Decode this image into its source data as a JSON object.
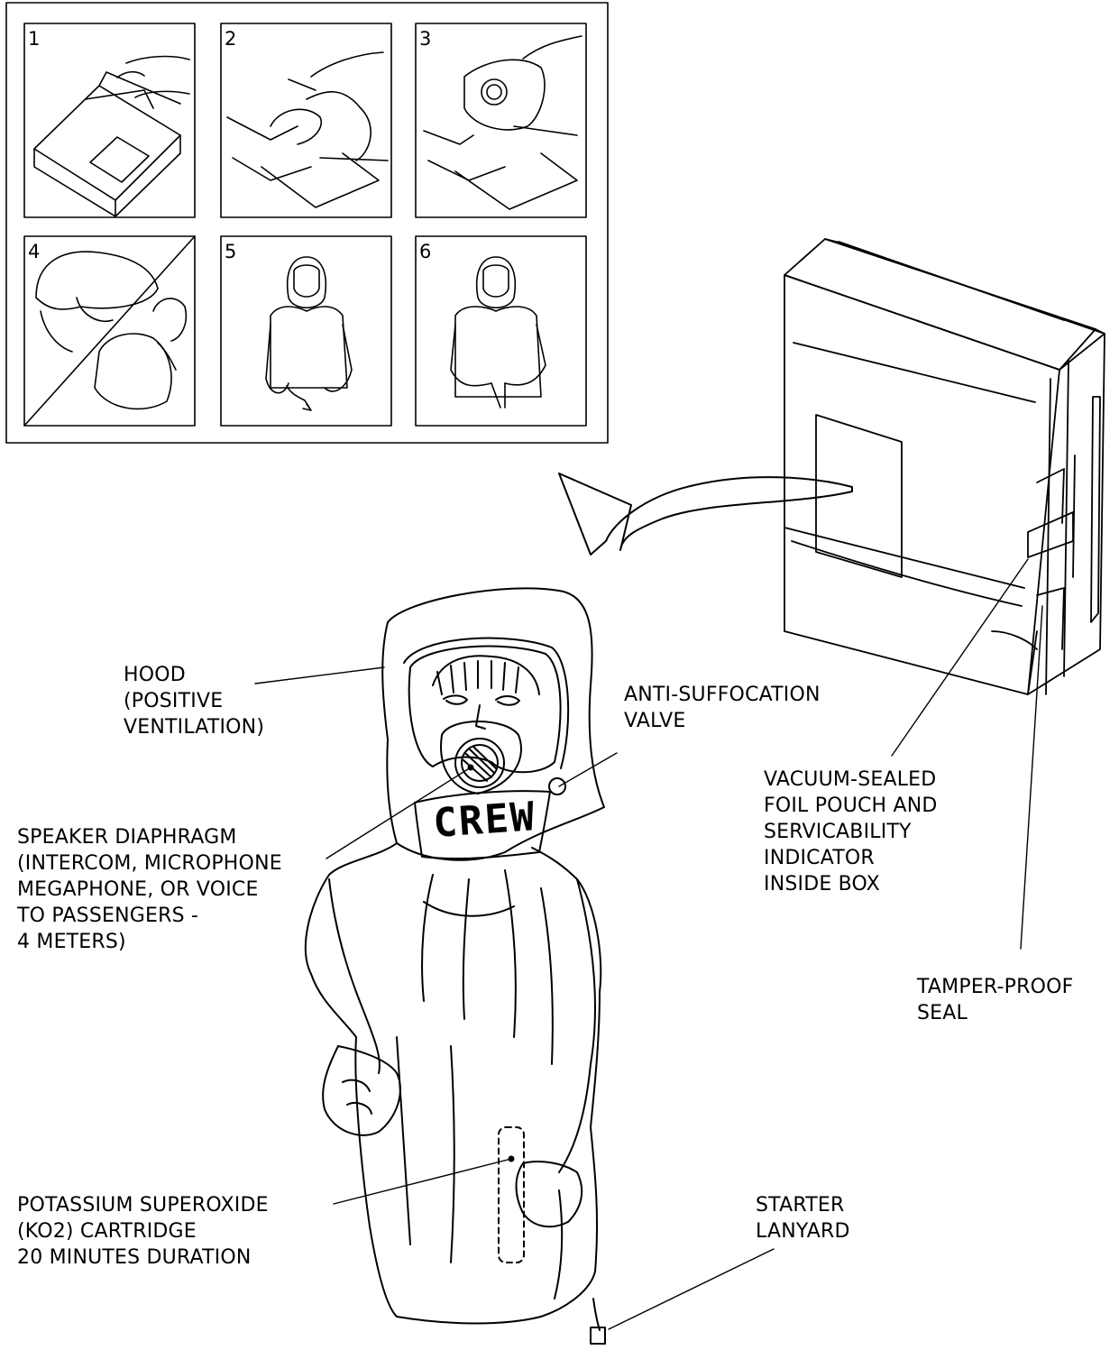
{
  "steps": {
    "numbers": [
      "1",
      "2",
      "3",
      "4",
      "5",
      "6"
    ]
  },
  "labels": {
    "hood": [
      "HOOD",
      "(POSITIVE",
      "VENTILATION)"
    ],
    "valve": [
      "ANTI-SUFFOCATION",
      "VALVE"
    ],
    "speaker": [
      "SPEAKER DIAPHRAGM",
      "(INTERCOM, MICROPHONE",
      "MEGAPHONE, OR VOICE",
      "TO PASSENGERS -",
      "4 METERS)"
    ],
    "pouch": [
      "VACUUM-SEALED",
      "FOIL POUCH AND",
      "SERVICABILITY",
      "INDICATOR",
      "INSIDE BOX"
    ],
    "seal": [
      "TAMPER-PROOF",
      "SEAL"
    ],
    "cartridge": [
      "POTASSIUM SUPEROXIDE",
      "(KO2) CARTRIDGE",
      "20 MINUTES DURATION"
    ],
    "lanyard": [
      "STARTER",
      "LANYARD"
    ]
  },
  "hood_text": "CREW"
}
